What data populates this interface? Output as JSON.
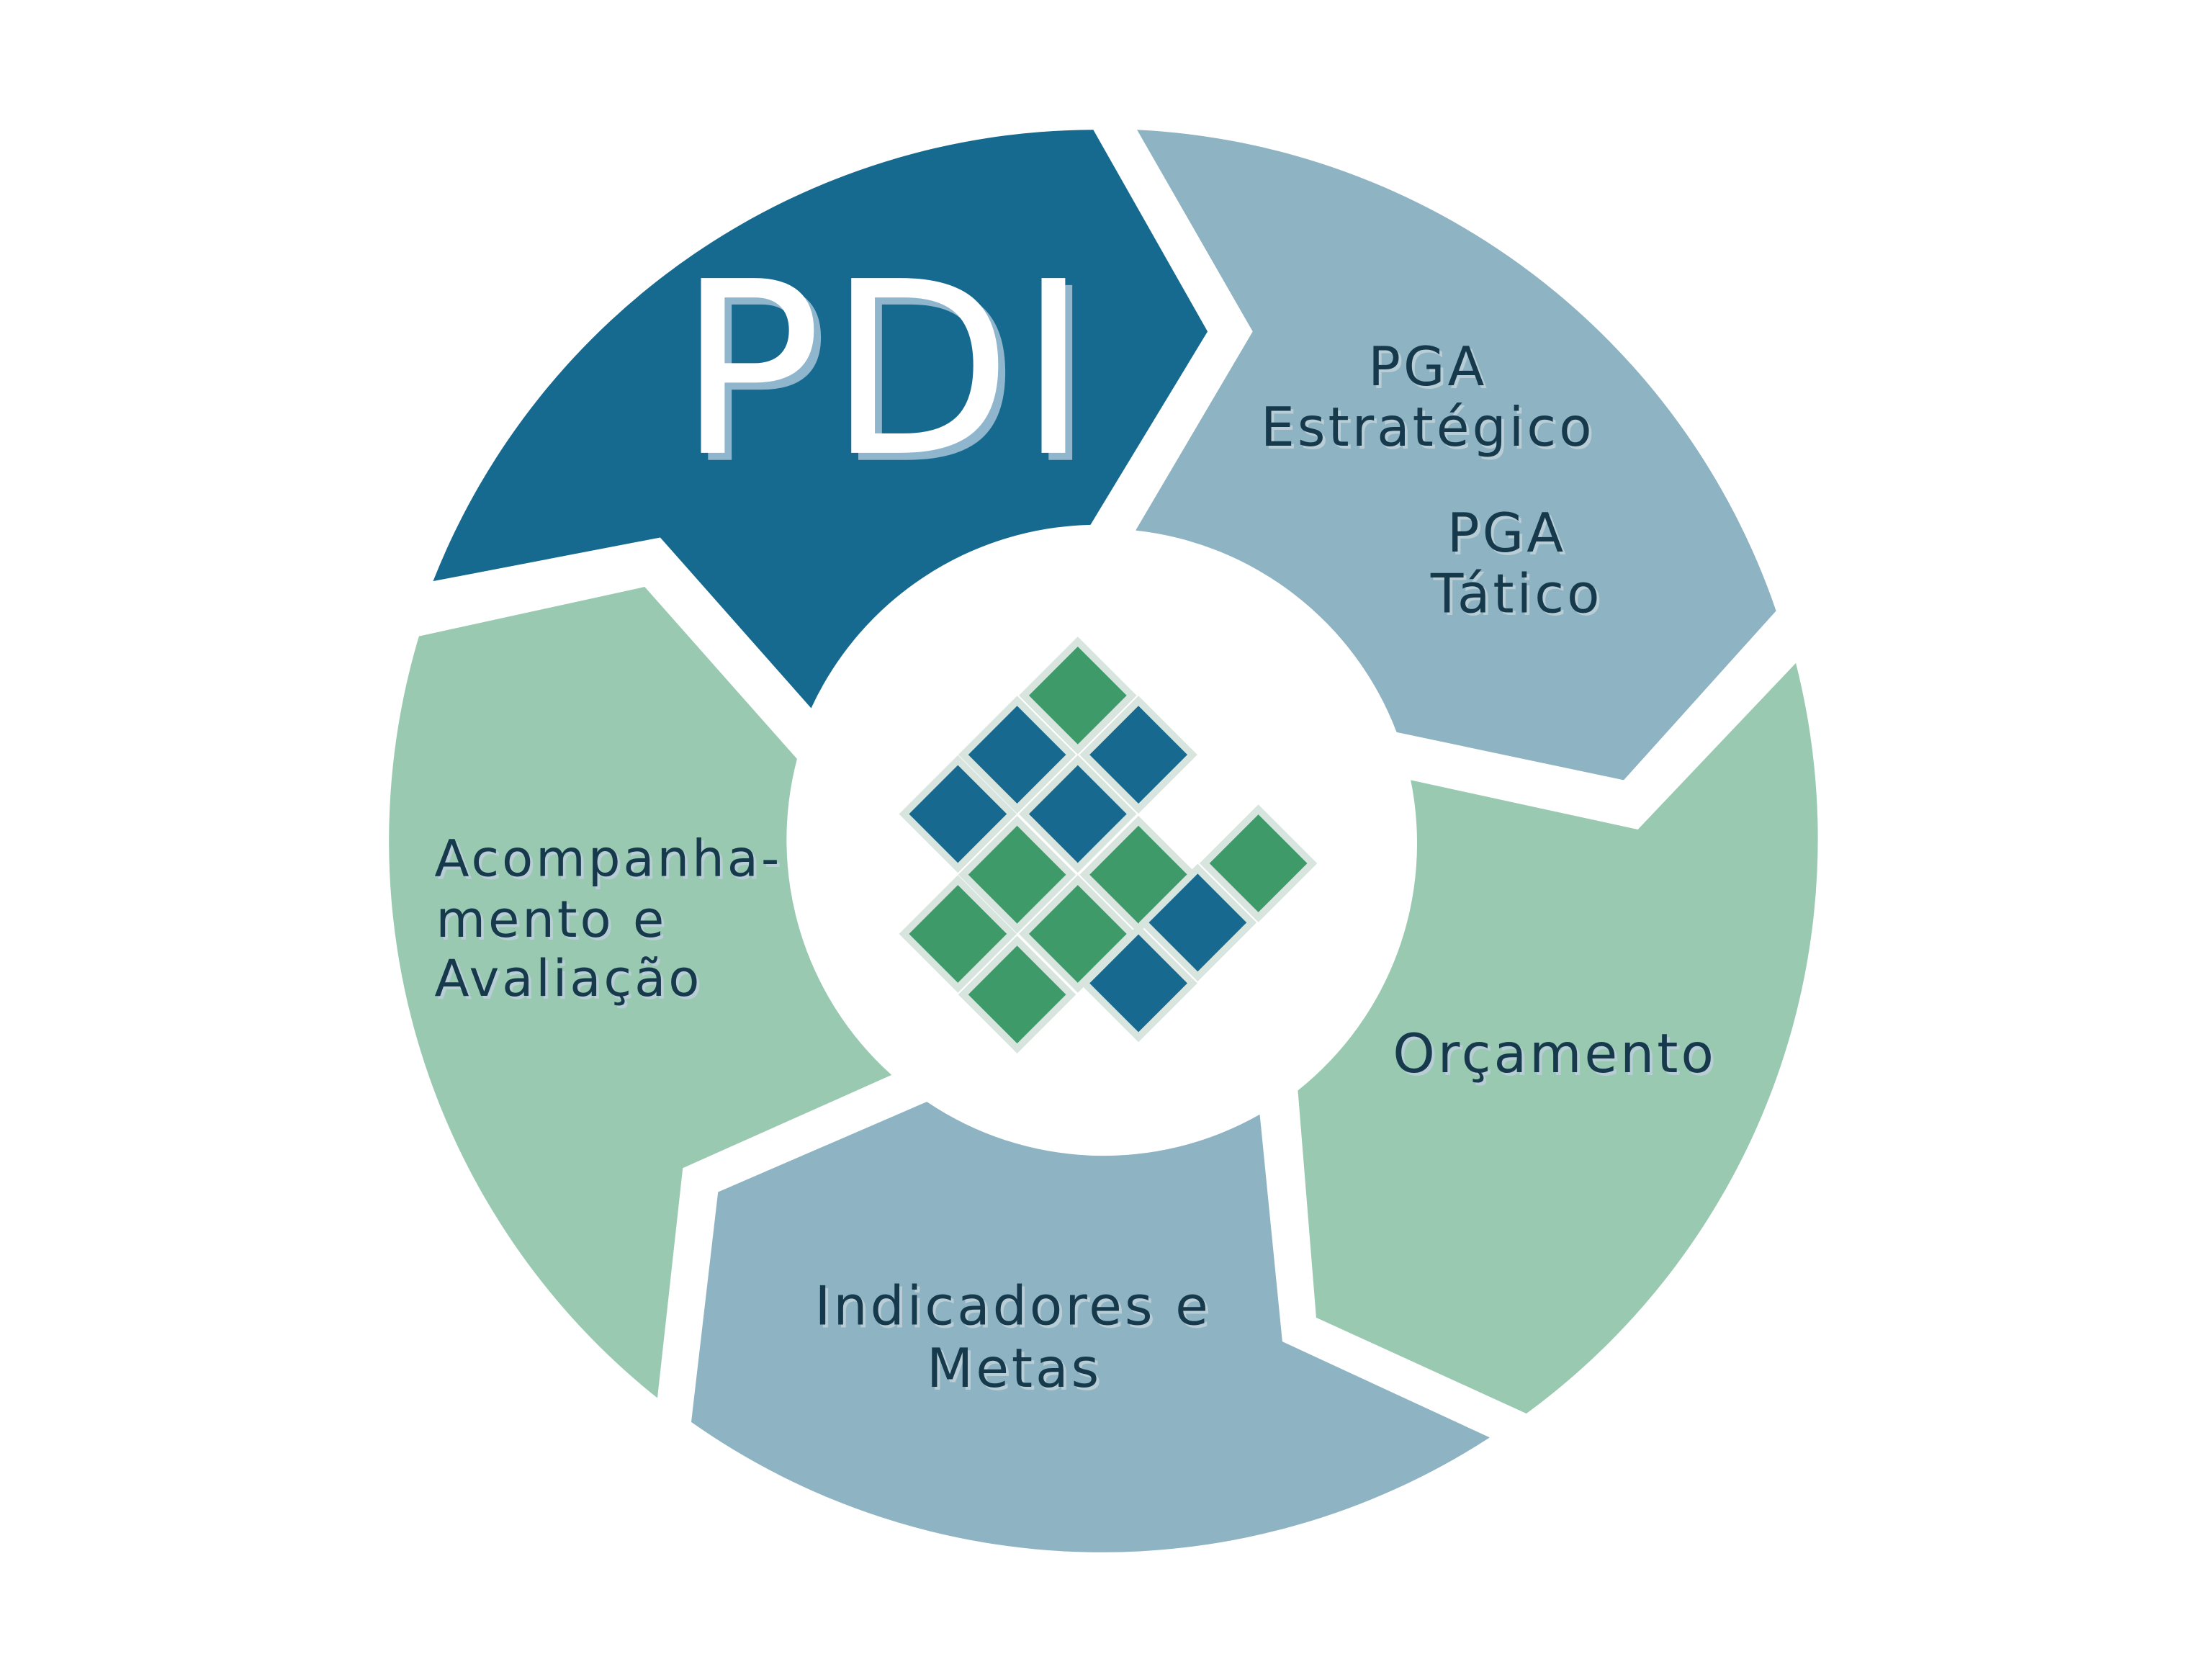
{
  "diagram": {
    "colors": {
      "dark_blue": "#176a8f",
      "light_blue": "#8eb3c2",
      "light_green": "#99cab1",
      "white": "#ffffff",
      "text_dark": "#163a4c",
      "logo_green": "#3f9a6a",
      "logo_blue": "#17698f"
    },
    "segments": [
      {
        "id": "pdi",
        "lines": [
          "PDI"
        ]
      },
      {
        "id": "pga",
        "lines": [
          "PGA",
          "Estratégico"
        ],
        "lines2": [
          "PGA",
          "Tático"
        ]
      },
      {
        "id": "orcamento",
        "lines": [
          "Orçamento"
        ]
      },
      {
        "id": "indicadores",
        "lines": [
          "Indicadores e",
          "Metas"
        ]
      },
      {
        "id": "acompanhamento",
        "lines": [
          "Acompanha-",
          "mento e",
          "Avaliação"
        ]
      }
    ],
    "center_icon": "diamond-tiles-logo-icon"
  }
}
